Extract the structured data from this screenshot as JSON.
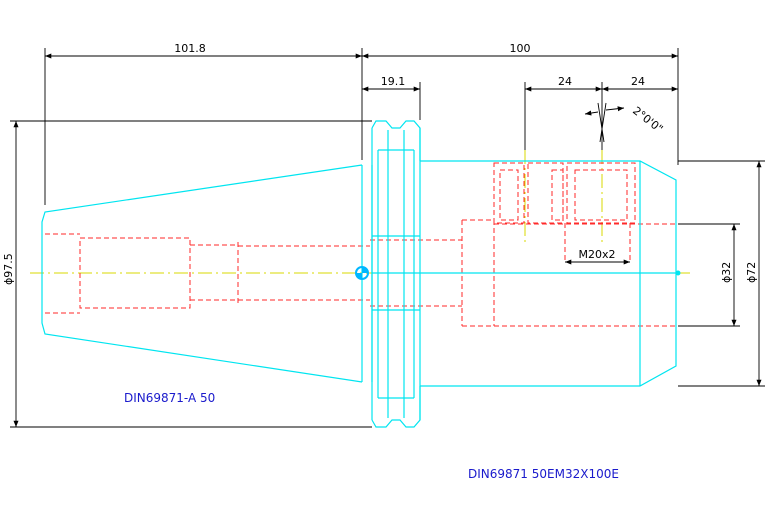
{
  "colors": {
    "outline": "#00e5f0",
    "hidden": "#ff2a2a",
    "centerline": "#d8d800",
    "dimension": "#000000",
    "label": "#1a1acc"
  },
  "dimensions": {
    "overall_taper_length": "101.8",
    "flange_to_nose_length": "100",
    "flange_width": "19.1",
    "slot_1": "24",
    "slot_2": "24",
    "angle": "2°0'0\"",
    "flange_diameter": "ϕ97.5",
    "bore_diameter": "ϕ32",
    "body_diameter": "ϕ72",
    "thread": "M20x2"
  },
  "labels": {
    "taper_standard": "DIN69871-A 50",
    "part_code": "DIN69871 50EM32X100E"
  }
}
